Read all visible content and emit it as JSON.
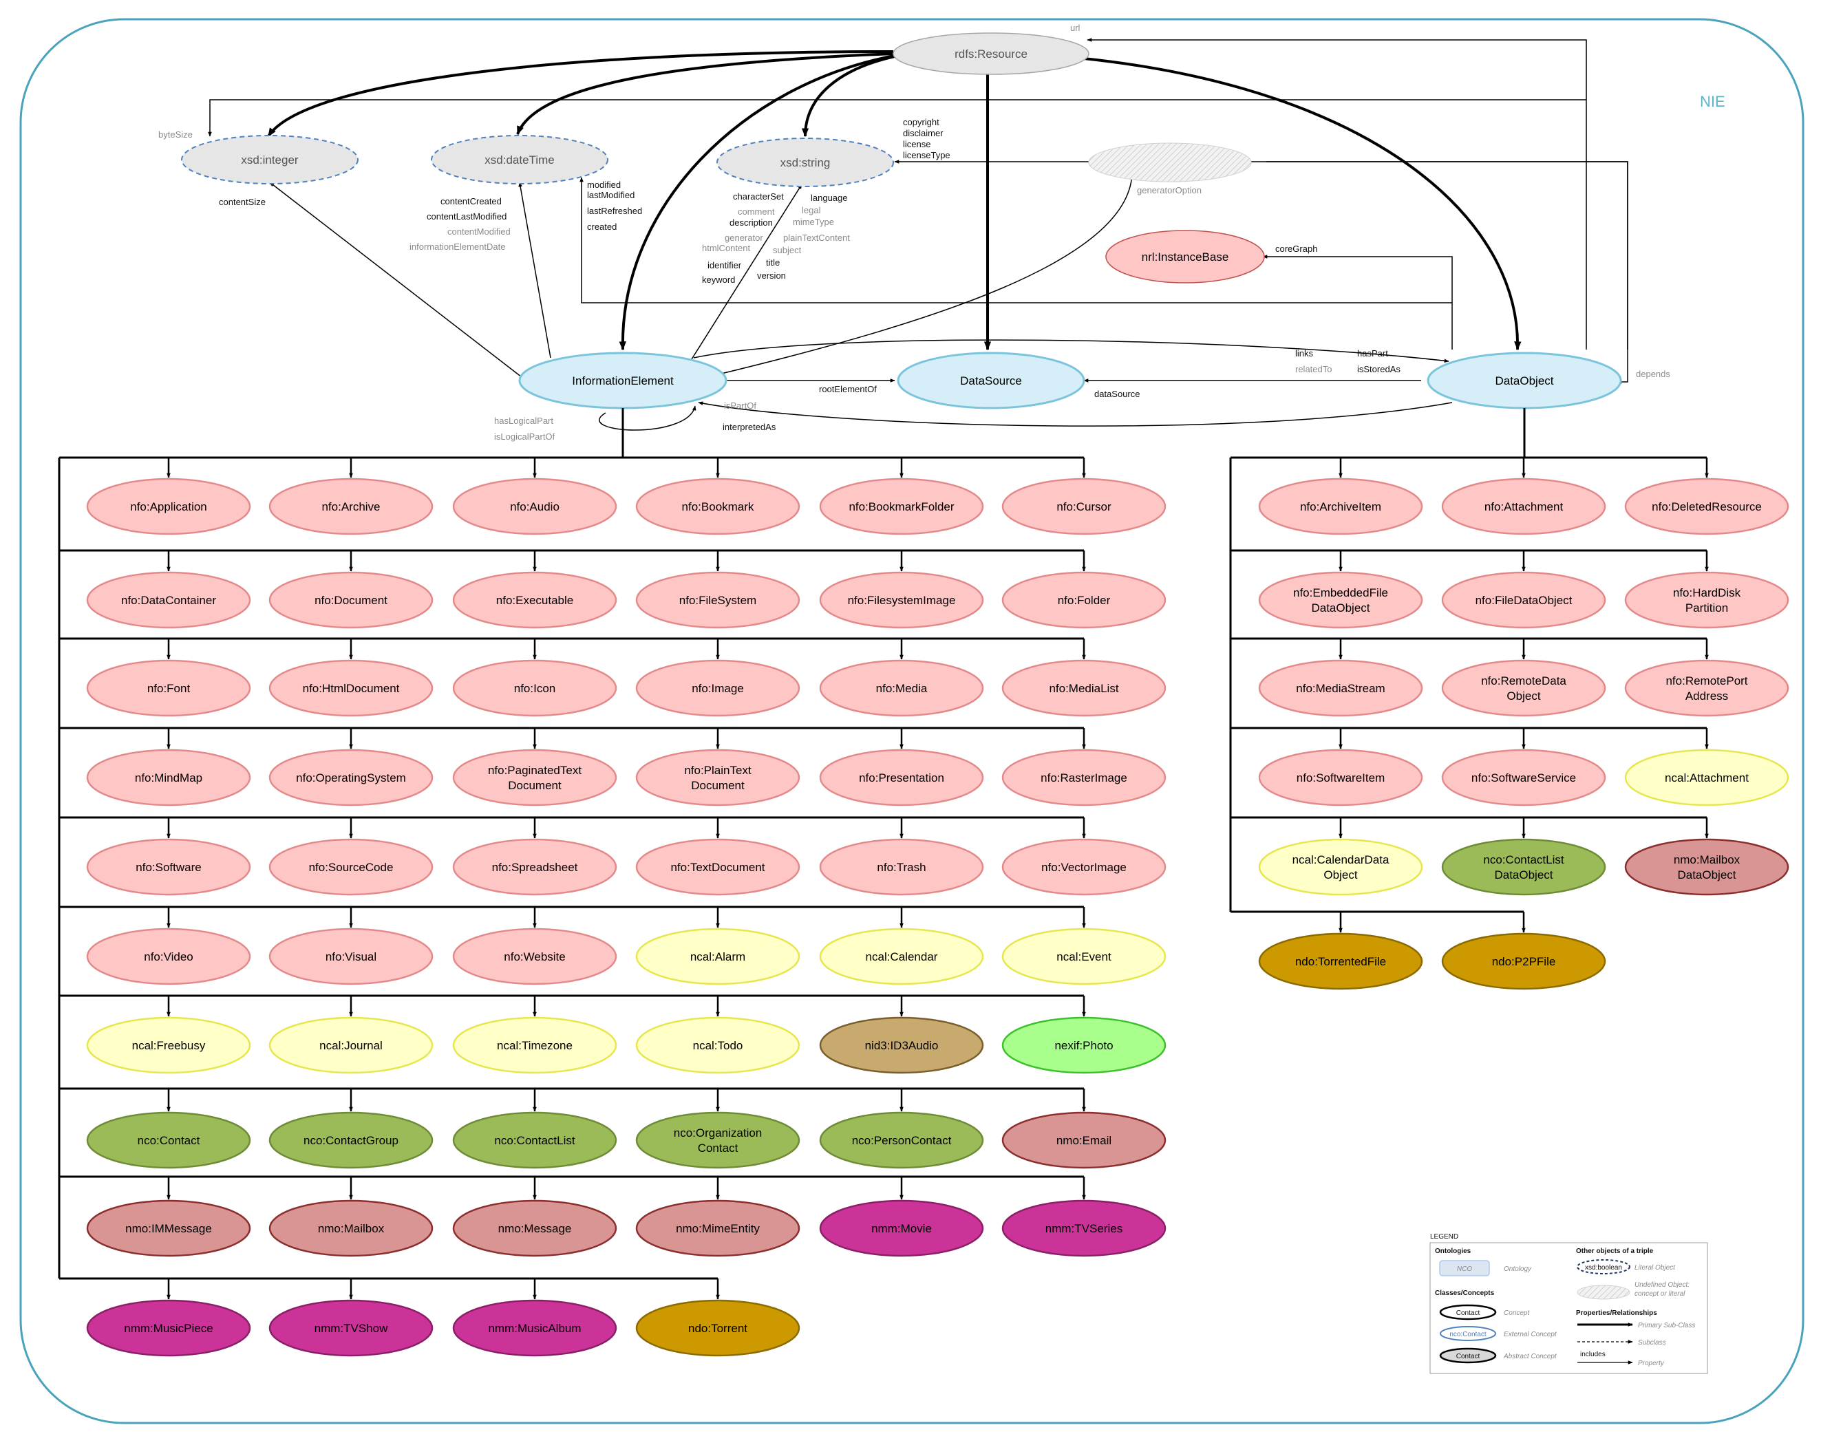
{
  "title": "NIE",
  "central": {
    "resource": "rdfs:Resource",
    "information_element": "InformationElement",
    "data_source": "DataSource",
    "data_object": "DataObject",
    "instance_base": "nrl:InstanceBase"
  },
  "literals": {
    "integer": "xsd:integer",
    "datetime": "xsd:dateTime",
    "string": "xsd:string"
  },
  "property_labels": {
    "url": "url",
    "byteSize": "byteSize",
    "contentSize": "contentSize",
    "contentCreated": "contentCreated",
    "contentLastModified": "contentLastModified",
    "contentModified": "contentModified",
    "informationElementDate": "informationElementDate",
    "modified": "modified",
    "lastModified": "lastModified",
    "lastRefreshed": "lastRefreshed",
    "created": "created",
    "characterSet": "characterSet",
    "comment": "comment",
    "description": "description",
    "generator": "generator",
    "htmlContent": "htmlContent",
    "identifier": "identifier",
    "keyword": "keyword",
    "language": "language",
    "legal": "legal",
    "mimeType": "mimeType",
    "plainTextContent": "plainTextContent",
    "subject": "subject",
    "title": "title",
    "version": "version",
    "copyright": "copyright",
    "disclaimer": "disclaimer",
    "license": "license",
    "licenseType": "licenseType",
    "generatorOption": "generatorOption",
    "coreGraph": "coreGraph",
    "links": "links",
    "relatedTo": "relatedTo",
    "hasPart": "hasPart",
    "isStoredAs": "isStoredAs",
    "depends": "depends",
    "rootElementOf": "rootElementOf",
    "dataSource": "dataSource",
    "hasLogicalPart": "hasLogicalPart",
    "isLogicalPartOf": "isLogicalPartOf",
    "isPartOf": "isPartOf",
    "interpretedAs": "interpretedAs"
  },
  "colors": {
    "frame": "#4aa3bd",
    "nie_class": "#d5eef7",
    "nie_border": "#7cc4dc",
    "literal": "#e6e6e6",
    "nfo": "#ffc6c6",
    "ncal": "#ffffc8",
    "nco": "#9bbb59",
    "nmo": "#d99594",
    "nmm": "#cc3399",
    "ndo": "#cc9900",
    "nid3": "#c8a96e",
    "nexif": "#a8ff8c"
  },
  "ie_rows": [
    [
      {
        "label": "nfo:Application",
        "type": "nfo"
      },
      {
        "label": "nfo:Archive",
        "type": "nfo"
      },
      {
        "label": "nfo:Audio",
        "type": "nfo"
      },
      {
        "label": "nfo:Bookmark",
        "type": "nfo"
      },
      {
        "label": "nfo:BookmarkFolder",
        "type": "nfo"
      },
      {
        "label": "nfo:Cursor",
        "type": "nfo"
      }
    ],
    [
      {
        "label": "nfo:DataContainer",
        "type": "nfo"
      },
      {
        "label": "nfo:Document",
        "type": "nfo"
      },
      {
        "label": "nfo:Executable",
        "type": "nfo"
      },
      {
        "label": "nfo:FileSystem",
        "type": "nfo"
      },
      {
        "label": "nfo:FilesystemImage",
        "type": "nfo"
      },
      {
        "label": "nfo:Folder",
        "type": "nfo"
      }
    ],
    [
      {
        "label": "nfo:Font",
        "type": "nfo"
      },
      {
        "label": "nfo:HtmlDocument",
        "type": "nfo"
      },
      {
        "label": "nfo:Icon",
        "type": "nfo"
      },
      {
        "label": "nfo:Image",
        "type": "nfo"
      },
      {
        "label": "nfo:Media",
        "type": "nfo"
      },
      {
        "label": "nfo:MediaList",
        "type": "nfo"
      }
    ],
    [
      {
        "label": "nfo:MindMap",
        "type": "nfo"
      },
      {
        "label": "nfo:OperatingSystem",
        "type": "nfo"
      },
      {
        "label": "nfo:PaginatedText\nDocument",
        "type": "nfo"
      },
      {
        "label": "nfo:PlainText\nDocument",
        "type": "nfo"
      },
      {
        "label": "nfo:Presentation",
        "type": "nfo"
      },
      {
        "label": "nfo:RasterImage",
        "type": "nfo"
      }
    ],
    [
      {
        "label": "nfo:Software",
        "type": "nfo"
      },
      {
        "label": "nfo:SourceCode",
        "type": "nfo"
      },
      {
        "label": "nfo:Spreadsheet",
        "type": "nfo"
      },
      {
        "label": "nfo:TextDocument",
        "type": "nfo"
      },
      {
        "label": "nfo:Trash",
        "type": "nfo"
      },
      {
        "label": "nfo:VectorImage",
        "type": "nfo"
      }
    ],
    [
      {
        "label": "nfo:Video",
        "type": "nfo"
      },
      {
        "label": "nfo:Visual",
        "type": "nfo"
      },
      {
        "label": "nfo:Website",
        "type": "nfo"
      },
      {
        "label": "ncal:Alarm",
        "type": "ncal"
      },
      {
        "label": "ncal:Calendar",
        "type": "ncal"
      },
      {
        "label": "ncal:Event",
        "type": "ncal"
      }
    ],
    [
      {
        "label": "ncal:Freebusy",
        "type": "ncal"
      },
      {
        "label": "ncal:Journal",
        "type": "ncal"
      },
      {
        "label": "ncal:Timezone",
        "type": "ncal"
      },
      {
        "label": "ncal:Todo",
        "type": "ncal"
      },
      {
        "label": "nid3:ID3Audio",
        "type": "nid3"
      },
      {
        "label": "nexif:Photo",
        "type": "nexif"
      }
    ],
    [
      {
        "label": "nco:Contact",
        "type": "nco"
      },
      {
        "label": "nco:ContactGroup",
        "type": "nco"
      },
      {
        "label": "nco:ContactList",
        "type": "nco"
      },
      {
        "label": "nco:Organization\nContact",
        "type": "nco"
      },
      {
        "label": "nco:PersonContact",
        "type": "nco"
      },
      {
        "label": "nmo:Email",
        "type": "nmo"
      }
    ],
    [
      {
        "label": "nmo:IMMessage",
        "type": "nmo"
      },
      {
        "label": "nmo:Mailbox",
        "type": "nmo"
      },
      {
        "label": "nmo:Message",
        "type": "nmo"
      },
      {
        "label": "nmo:MimeEntity",
        "type": "nmo"
      },
      {
        "label": "nmm:Movie",
        "type": "nmm"
      },
      {
        "label": "nmm:TVSeries",
        "type": "nmm"
      }
    ],
    [
      {
        "label": "nmm:MusicPiece",
        "type": "nmm"
      },
      {
        "label": "nmm:TVShow",
        "type": "nmm"
      },
      {
        "label": "nmm:MusicAlbum",
        "type": "nmm"
      },
      {
        "label": "ndo:Torrent",
        "type": "ndo"
      }
    ]
  ],
  "do_rows": [
    [
      {
        "label": "nfo:ArchiveItem",
        "type": "nfo"
      },
      {
        "label": "nfo:Attachment",
        "type": "nfo"
      },
      {
        "label": "nfo:DeletedResource",
        "type": "nfo"
      }
    ],
    [
      {
        "label": "nfo:EmbeddedFile\nDataObject",
        "type": "nfo"
      },
      {
        "label": "nfo:FileDataObject",
        "type": "nfo"
      },
      {
        "label": "nfo:HardDisk\nPartition",
        "type": "nfo"
      }
    ],
    [
      {
        "label": "nfo:MediaStream",
        "type": "nfo"
      },
      {
        "label": "nfo:RemoteData\nObject",
        "type": "nfo"
      },
      {
        "label": "nfo:RemotePort\nAddress",
        "type": "nfo"
      }
    ],
    [
      {
        "label": "nfo:SoftwareItem",
        "type": "nfo"
      },
      {
        "label": "nfo:SoftwareService",
        "type": "nfo"
      },
      {
        "label": "ncal:Attachment",
        "type": "ncal"
      }
    ],
    [
      {
        "label": "ncal:CalendarData\nObject",
        "type": "ncal"
      },
      {
        "label": "nco:ContactList\nDataObject",
        "type": "nco"
      },
      {
        "label": "nmo:Mailbox\nDataObject",
        "type": "nmo"
      }
    ],
    [
      {
        "label": "ndo:TorrentedFile",
        "type": "ndo"
      },
      {
        "label": "ndo:P2PFile",
        "type": "ndo"
      }
    ]
  ],
  "legend": {
    "title": "LEGEND",
    "ontologies": "Ontologies",
    "nco_box": "NCO",
    "ontology": "Ontology",
    "classes": "Classes/Concepts",
    "contact": "Contact",
    "concept": "Concept",
    "nco_contact": "nco:Contact",
    "external": "External Concept",
    "abstract": "Abstract Concept",
    "other": "Other objects of a triple",
    "xsd_boolean": "xsd:boolean",
    "literal_object": "Literal Object",
    "undefined_1": "Undefined Object:",
    "undefined_2": "concept or literal",
    "props": "Properties/Relationships",
    "primary": "Primary Sub-Class",
    "subclass": "Subclass",
    "includes": "includes",
    "property": "Property"
  }
}
